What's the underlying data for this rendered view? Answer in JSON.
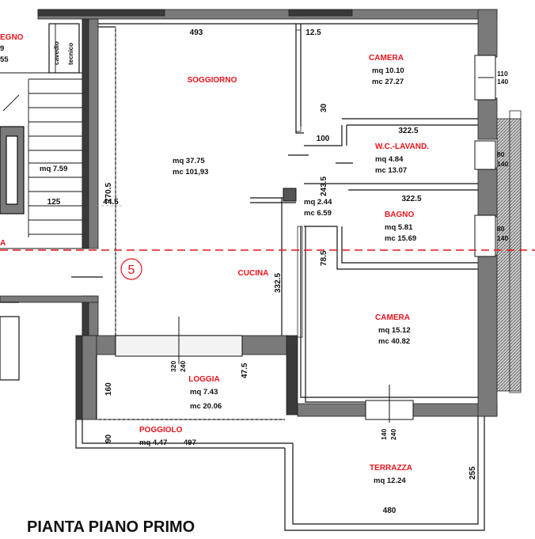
{
  "title": "PIANTA PIANO PRIMO",
  "colors": {
    "wall_fill": "#7a7a7a",
    "wall_dark": "#3a3a3a",
    "room_label": "#e8141b",
    "section_line": "#e8141b",
    "line": "#111111"
  },
  "marker": "5",
  "section_label_left": "A",
  "left_fragments": {
    "room_label": "EGNO",
    "v1": "9",
    "v2": "55",
    "cavedio_1": "cavedio",
    "cavedio_2": "tecnico"
  },
  "rooms": {
    "soggiorno": {
      "name": "SOGGIORNO",
      "mq": "mq 37.75",
      "mc": "mc 101,93"
    },
    "camera1": {
      "name": "CAMERA",
      "mq": "mq 10.10",
      "mc": "mc 27.27"
    },
    "wc": {
      "name": "W.C.-LAVAND.",
      "mq": "mq 4.84",
      "mc": "mc 13.07"
    },
    "bagno": {
      "name": "BAGNO",
      "mq": "mq 5.81",
      "mc": "mc 15.69"
    },
    "cucina": {
      "name": "CUCINA"
    },
    "disimpegno": {
      "mq": "mq 2.44",
      "mc": "mc 6.59"
    },
    "camera2": {
      "name": "CAMERA",
      "mq": "mq 15.12",
      "mc": "mc 40.82"
    },
    "loggia": {
      "name": "LOGGIA",
      "mq": "mq 7.43",
      "mc": "mc 20.06"
    },
    "poggiolo": {
      "name": "POGGIOLO",
      "mq": "mq 4.47"
    },
    "terrazza": {
      "name": "TERRAZZA",
      "mq": "mq 12.24"
    },
    "stair": {
      "mq": "mq 7.59"
    }
  },
  "dims": {
    "d493": "493",
    "d125a": "12.5",
    "d30": "30",
    "d100": "100",
    "d3225a": "322.5",
    "d3225b": "322.5",
    "d2435": "243.5",
    "d7705": "770.5",
    "d445": "44.5",
    "d125b": "125",
    "d3325": "332.5",
    "d785": "78.5",
    "d110": "110",
    "d140a": "140",
    "d80a": "80",
    "d140b": "140",
    "d80b": "80",
    "d140c": "140",
    "d320": "320",
    "d240a": "240",
    "d475": "47.5",
    "d160": "160",
    "d90": "90",
    "d497": "497",
    "d140d": "140",
    "d240b": "240",
    "d255": "255",
    "d480": "480"
  }
}
